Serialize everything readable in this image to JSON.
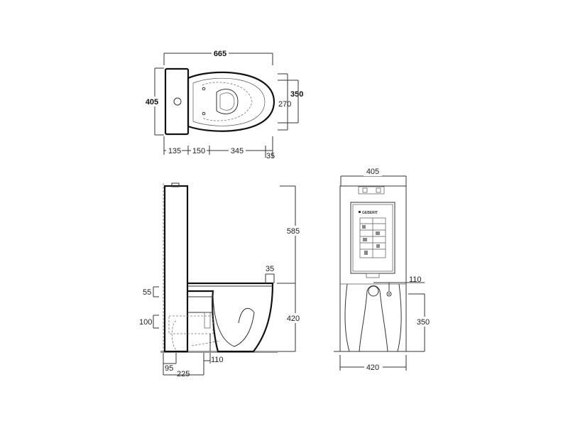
{
  "plan_view": {
    "overall_length": "665",
    "overall_width": "405",
    "seat_width_outer": "350",
    "seat_width_inner": "270",
    "seg_tank": "135",
    "seg_fixing": "150",
    "seg_bowl": "345",
    "seg_tip": "35"
  },
  "side_view": {
    "tank_height": "585",
    "bowl_height": "420",
    "rim_offset": "35",
    "inlet_height_a": "55",
    "inlet_height_b": "100",
    "wall_offset": "95",
    "outlet_offset": "225",
    "outlet_width": "110"
  },
  "front_view": {
    "tank_width": "405",
    "base_width": "420",
    "supply_offset": "110",
    "supply_height": "350",
    "brand": "GEBERIT"
  }
}
